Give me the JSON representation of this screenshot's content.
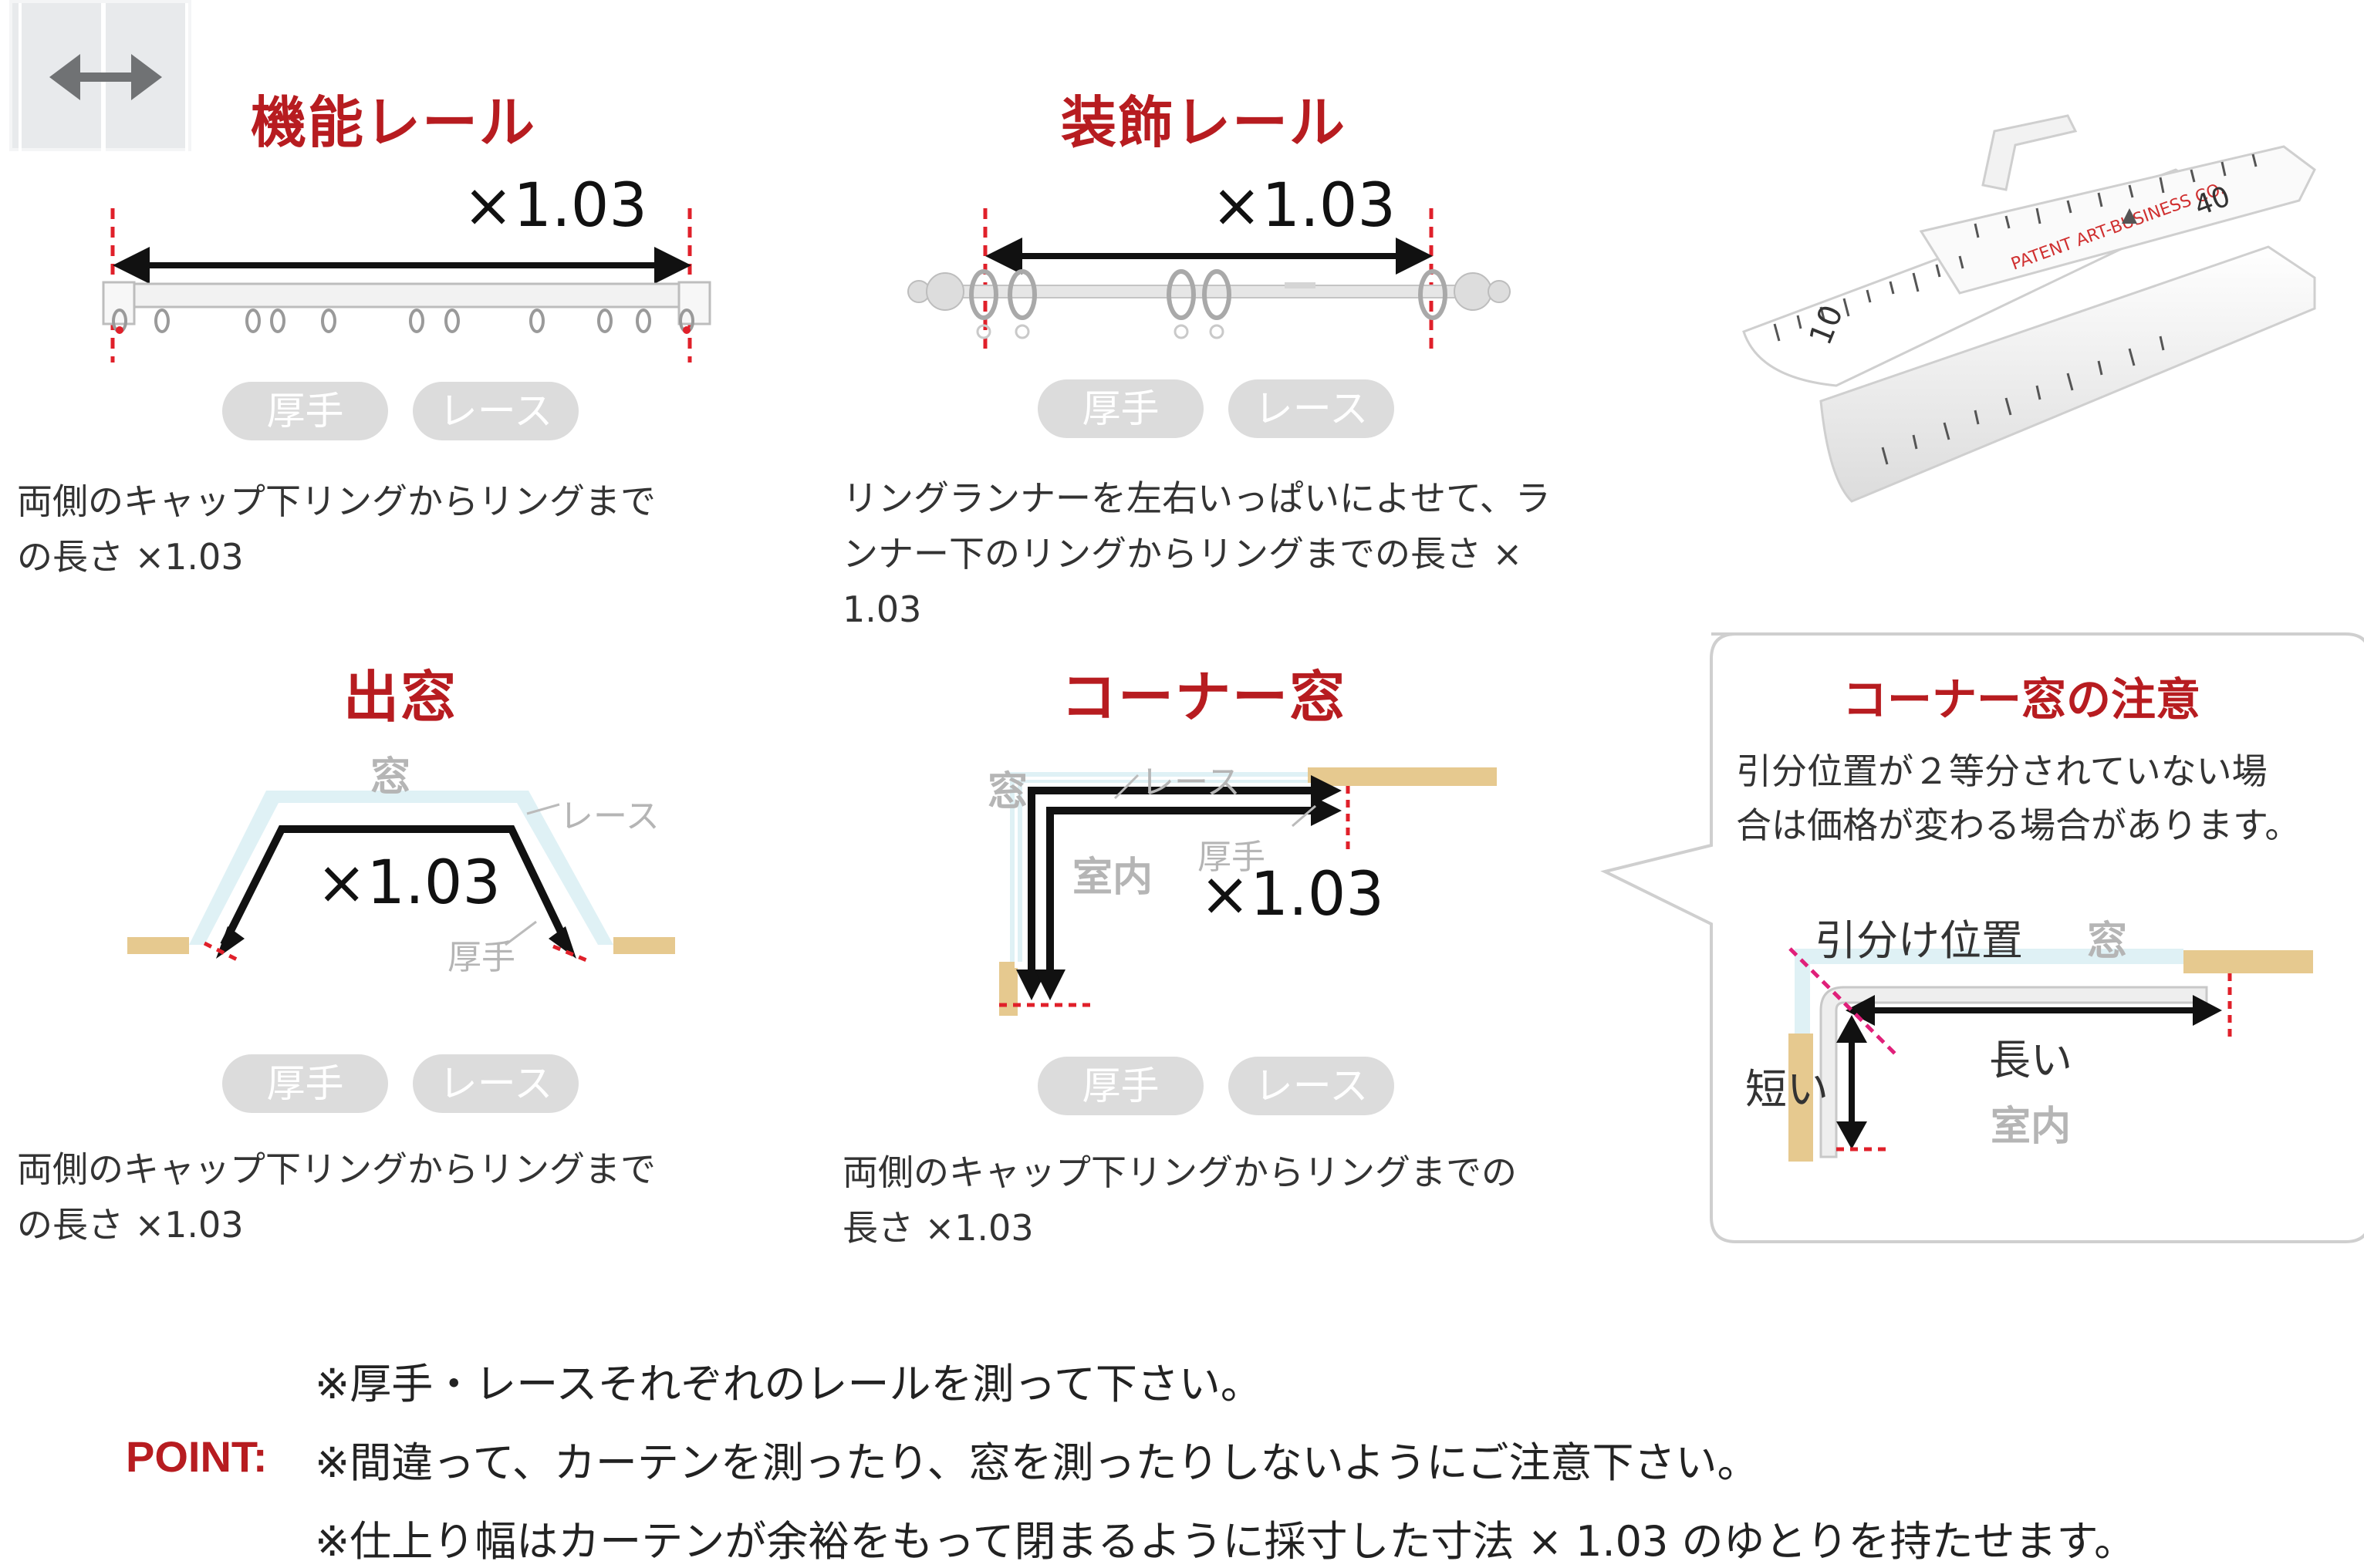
{
  "sections": {
    "functional_rail": {
      "title": "機能レール",
      "multiplier": "×1.03",
      "badges": [
        "厚手",
        "レース"
      ],
      "description_line1": "両側のキャップ下リングからリングまで",
      "description_line2": "の長さ ×1.03"
    },
    "decorative_rail": {
      "title": "装飾レール",
      "multiplier": "×1.03",
      "badges": [
        "厚手",
        "レース"
      ],
      "description_line1": "リングランナーを左右いっぱいによせて、ラ",
      "description_line2": "ンナー下のリングからリングまでの長さ ×",
      "description_line3": "1.03"
    },
    "bay_window": {
      "title": "出窓",
      "window_label": "窓",
      "lace_label": "レース",
      "thick_label": "厚手",
      "multiplier": "×1.03",
      "badges": [
        "厚手",
        "レース"
      ],
      "description_line1": "両側のキャップ下リングからリングまで",
      "description_line2": "の長さ ×1.03"
    },
    "corner_window": {
      "title": "コーナー窓",
      "window_label": "窓",
      "lace_label": "レース",
      "indoor_label": "室内",
      "thick_label": "厚手",
      "multiplier": "×1.03",
      "badges": [
        "厚手",
        "レース"
      ],
      "description_line1": "両側のキャップ下リングからリングまでの",
      "description_line2": "長さ ×1.03"
    }
  },
  "callout": {
    "title": "コーナー窓の注意",
    "text_line1": "引分位置が２等分されていない場",
    "text_line2": "合は価格が変わる場合があります。",
    "split_position_label": "引分け位置",
    "window_label": "窓",
    "long_label": "長い",
    "short_label": "短い",
    "indoor_label": "室内"
  },
  "tape_measure": {
    "brand_text": "PATENT ART-BUSINESS CO.",
    "mark_10": "10",
    "mark_40": "40"
  },
  "point": {
    "label": "POINT:",
    "note1": "※厚手・レースそれぞれのレールを測って下さい。",
    "note2": "※間違って、カーテンを測ったり、窓を測ったりしないようにご注意下さい。",
    "note3": "※仕上り幅はカーテンが余裕をもって閉まるように採寸した寸法 × 1.03 のゆとりを持たせます。"
  },
  "colors": {
    "accent_red": "#b71c20",
    "badge_gray": "#dcdcdc",
    "window_blue": "#dff1f5",
    "wall_tan": "#e6c98f",
    "guide_red": "#e0202a",
    "guide_pink": "#e0207a"
  }
}
